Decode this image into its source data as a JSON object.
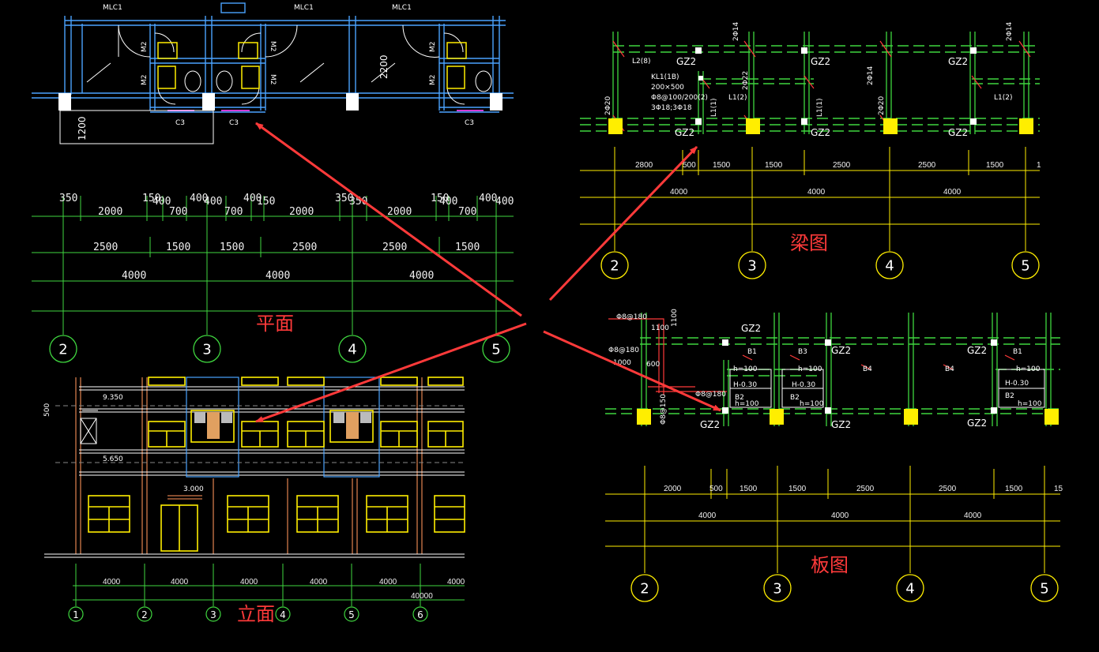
{
  "captions": {
    "plan": "平面",
    "beam": "梁图",
    "slab": "板图",
    "elevation": "立面"
  },
  "plan": {
    "row1": [
      "350",
      "150",
      "400",
      "400",
      "400",
      "150",
      "350",
      "350",
      "150",
      "400",
      "400"
    ],
    "row1_main": [
      "2000",
      "700",
      "700",
      "2000",
      "2000",
      "700"
    ],
    "row2": [
      "2500",
      "1500",
      "1500",
      "2500",
      "2500",
      "1500"
    ],
    "row3": [
      "4000",
      "4000",
      "4000"
    ],
    "axes": [
      "2",
      "3",
      "4",
      "5"
    ],
    "door_label": "M2",
    "window_label": "C3",
    "vertical_dims": [
      "1200",
      "2200"
    ],
    "top_label": "MLC1"
  },
  "beam": {
    "row1": [
      "2800",
      "500",
      "1500",
      "1500",
      "2500",
      "2500",
      "1500",
      "1"
    ],
    "row2": [
      "4000",
      "4000",
      "4000"
    ],
    "axes": [
      "2",
      "3",
      "4",
      "5"
    ],
    "col_label": "GZ2",
    "kl_lines": [
      "KL1(1B)",
      "200×500",
      "Φ8@100/200(2)",
      "3Φ18;3Φ18"
    ],
    "beam_labels": [
      "L2(8)",
      "L1(2)",
      "L1(1)",
      "L1(1)",
      "L1(2)"
    ],
    "rebar": [
      "2Φ14",
      "2Φ20",
      "2Φ22"
    ]
  },
  "slab": {
    "row1": [
      "2000",
      "500",
      "1500",
      "1500",
      "2500",
      "2500",
      "1500",
      "15"
    ],
    "row2": [
      "4000",
      "4000",
      "4000"
    ],
    "axes": [
      "2",
      "3",
      "4",
      "5"
    ],
    "col_label": "GZ2",
    "slab_labels": [
      "B1",
      "B3",
      "B4",
      "B4",
      "B1",
      "B2",
      "B2",
      "B2"
    ],
    "h_label": "h=100",
    "elev_label": "H-0.30",
    "rebar": [
      "Φ8@180",
      "Φ8@150",
      "1100",
      "600",
      "1000",
      "1100"
    ]
  },
  "elevation": {
    "dims": [
      "4000",
      "4000",
      "4000",
      "4000",
      "4000",
      "4000"
    ],
    "total": "40000",
    "axes": [
      "1",
      "2",
      "3",
      "4",
      "5",
      "6"
    ],
    "levels": [
      "9.350",
      "5.650",
      "3.000"
    ],
    "side_dim": "500"
  }
}
